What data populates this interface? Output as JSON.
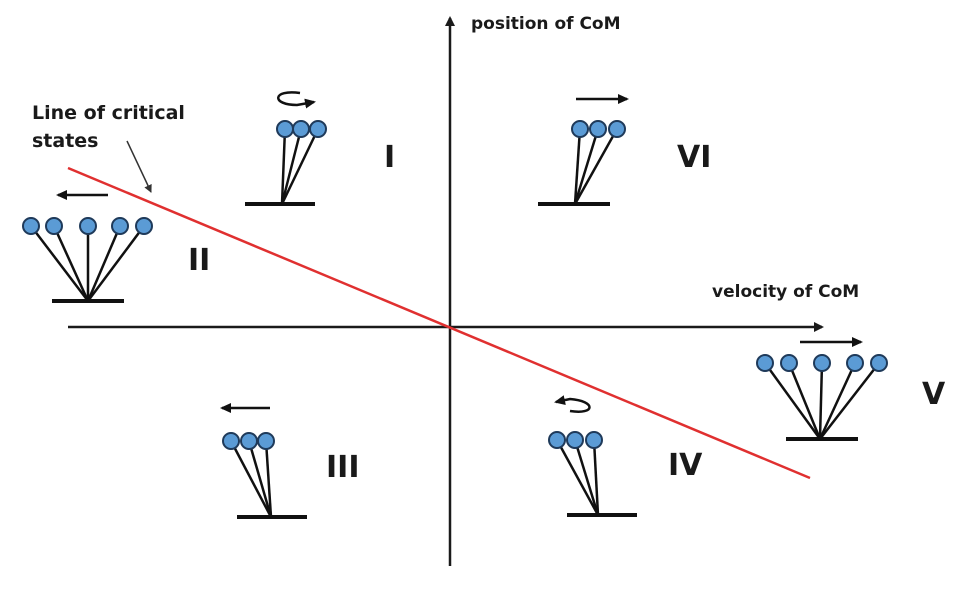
{
  "axes": {
    "y_label": "position of CoM",
    "x_label": "velocity of CoM"
  },
  "critical_line": {
    "label_line1": "Line of critical",
    "label_line2": "states",
    "color": "#e03030"
  },
  "regions": [
    {
      "numeral": "I",
      "motion": "rotate-cw"
    },
    {
      "numeral": "II",
      "motion": "left"
    },
    {
      "numeral": "III",
      "motion": "left"
    },
    {
      "numeral": "IV",
      "motion": "rotate-ccw"
    },
    {
      "numeral": "V",
      "motion": "right"
    },
    {
      "numeral": "VI",
      "motion": "right"
    }
  ],
  "colors": {
    "mass": "#5b9bd5",
    "line": "#e03030",
    "ink": "#1a1a1a"
  }
}
